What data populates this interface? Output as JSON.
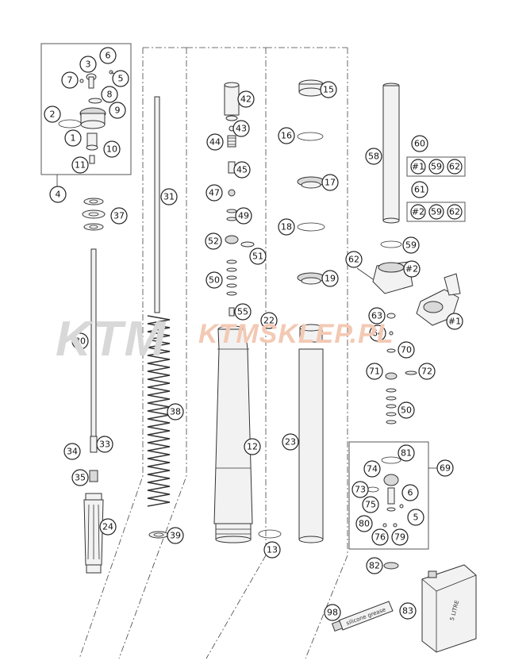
{
  "watermark": {
    "brand": "KTM",
    "site": "KTMSKLEP.PL"
  },
  "labels": {
    "l1": "1",
    "l2": "2",
    "l3": "3",
    "l4": "4",
    "l5": "5",
    "l6": "6",
    "l7": "7",
    "l8": "8",
    "l9": "9",
    "l10": "10",
    "l11": "11",
    "l12": "12",
    "l13": "13",
    "l15": "15",
    "l16": "16",
    "l17": "17",
    "l18": "18",
    "l19": "19",
    "l22": "22",
    "l23": "23",
    "l24": "24",
    "l30": "30",
    "l31": "31",
    "l33": "33",
    "l34": "34",
    "l35": "35",
    "l37": "37",
    "l38": "38",
    "l39": "39",
    "l42": "42",
    "l43": "43",
    "l44": "44",
    "l45": "45",
    "l47": "47",
    "l49": "49",
    "l50a": "50",
    "l50b": "50",
    "l51": "51",
    "l52": "52",
    "l55": "55",
    "l58": "58",
    "l59": "59",
    "l60": "60",
    "l61": "61",
    "l62": "62",
    "l63": "63",
    "l64": "64",
    "l69": "69",
    "l70": "70",
    "l71": "71",
    "l72": "72",
    "l73": "73",
    "l74": "74",
    "l75": "75",
    "l76": "76",
    "l79": "79",
    "l80": "80",
    "l81": "81",
    "l82": "82",
    "l83": "83",
    "l98": "98",
    "l6b": "6",
    "l5b": "5",
    "lh2": "#2",
    "lh1": "#1"
  },
  "kits": {
    "k60": [
      "#1",
      "59",
      "62"
    ],
    "k61": [
      "#2",
      "59",
      "62"
    ]
  },
  "product_text": {
    "oil_can": "5 LITRE",
    "grease_tube": "silicone grease"
  }
}
